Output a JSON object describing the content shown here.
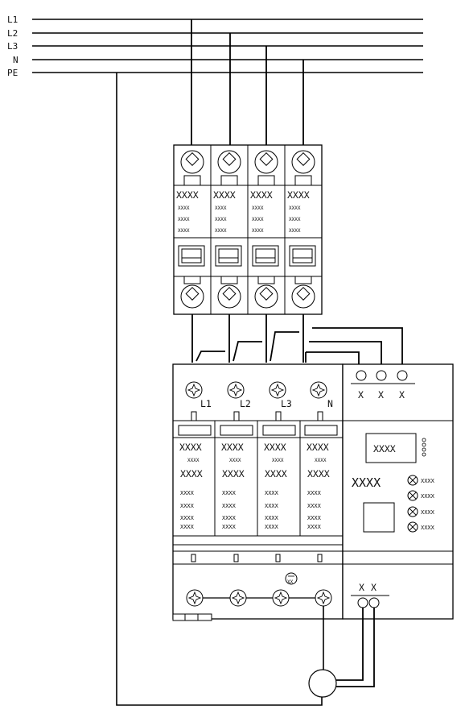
{
  "bus_labels": [
    "L1",
    "L2",
    "L3",
    "N",
    "PE"
  ],
  "breaker": {
    "poles": [
      {
        "title": "XXXX",
        "lines": [
          "XXXX",
          "XXXX",
          "XXXX"
        ]
      },
      {
        "title": "XXXX",
        "lines": [
          "XXXX",
          "XXXX",
          "XXXX"
        ]
      },
      {
        "title": "XXXX",
        "lines": [
          "XXXX",
          "XXXX",
          "XXXX"
        ]
      },
      {
        "title": "XXXX",
        "lines": [
          "XXXX",
          "XXXX",
          "XXXX"
        ]
      }
    ]
  },
  "spd": {
    "terminal_labels": [
      "L1",
      "L2",
      "L3",
      "N"
    ],
    "modules": [
      {
        "title": "XXXX",
        "sub": "XXXX",
        "code": "XXXX",
        "lines": [
          "XXXX",
          "XXXX",
          "XXXX",
          "XXXX"
        ]
      },
      {
        "title": "XXXX",
        "sub": "XXXX",
        "code": "XXXX",
        "lines": [
          "XXXX",
          "XXXX",
          "XXXX",
          "XXXX"
        ]
      },
      {
        "title": "XXXX",
        "sub": "XXXX",
        "code": "XXXX",
        "lines": [
          "XXXX",
          "XXXX",
          "XXXX",
          "XXXX"
        ]
      },
      {
        "title": "XXXX",
        "sub": "XXXX",
        "code": "XXXX",
        "lines": [
          "XXXX",
          "XXXX",
          "XXXX",
          "XXXX"
        ]
      }
    ],
    "ground_mark": "XX"
  },
  "monitor": {
    "top_terminal_labels": [
      "X",
      "X",
      "X"
    ],
    "display": "XXXX",
    "model": "XXXX",
    "indicators": [
      "XXXX",
      "XXXX",
      "XXXX",
      "XXXX"
    ],
    "bottom_terminal_labels": [
      "X",
      "X"
    ]
  }
}
